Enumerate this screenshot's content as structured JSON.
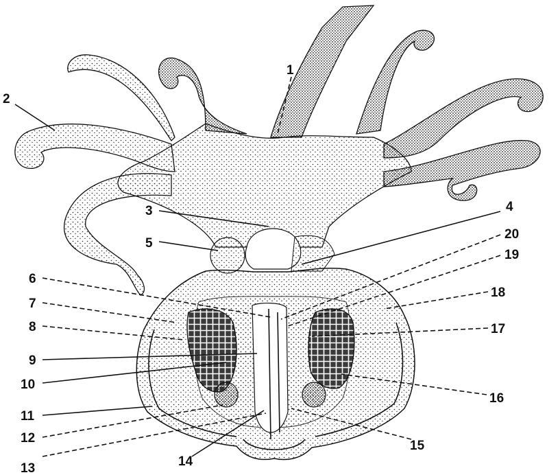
{
  "labels": [
    "1",
    "2",
    "3",
    "4",
    "5",
    "6",
    "7",
    "8",
    "9",
    "10",
    "11",
    "12",
    "13",
    "14",
    "15",
    "16",
    "17",
    "18",
    "19",
    "20"
  ],
  "colors": {
    "ink": "#111111",
    "stipple": "#2a2a2a",
    "background": "#ffffff"
  },
  "figure": {
    "subject": "octopus-ventral-anatomy-illustration"
  }
}
